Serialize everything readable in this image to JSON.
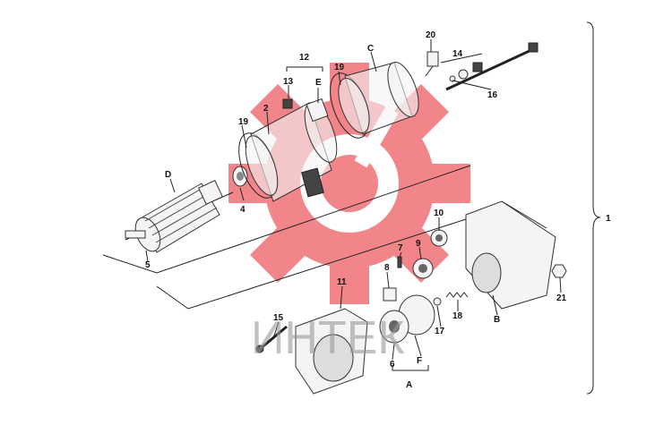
{
  "diagram": {
    "watermark": {
      "text": "ИНТЕК",
      "color": "#e8222c"
    },
    "group_label": "1",
    "parts": [
      {
        "id": "A",
        "label": "A"
      },
      {
        "id": "B",
        "label": "B"
      },
      {
        "id": "C",
        "label": "C"
      },
      {
        "id": "D",
        "label": "D"
      },
      {
        "id": "E",
        "label": "E"
      },
      {
        "id": "F",
        "label": "F"
      },
      {
        "id": "p2",
        "label": "2"
      },
      {
        "id": "p4",
        "label": "4"
      },
      {
        "id": "p5",
        "label": "5"
      },
      {
        "id": "p6",
        "label": "6"
      },
      {
        "id": "p7",
        "label": "7"
      },
      {
        "id": "p8",
        "label": "8"
      },
      {
        "id": "p9",
        "label": "9"
      },
      {
        "id": "p10",
        "label": "10"
      },
      {
        "id": "p11",
        "label": "11"
      },
      {
        "id": "p12",
        "label": "12"
      },
      {
        "id": "p13",
        "label": "13"
      },
      {
        "id": "p14",
        "label": "14"
      },
      {
        "id": "p15",
        "label": "15"
      },
      {
        "id": "p16",
        "label": "16"
      },
      {
        "id": "p17",
        "label": "17"
      },
      {
        "id": "p18",
        "label": "18"
      },
      {
        "id": "p19a",
        "label": "19"
      },
      {
        "id": "p19b",
        "label": "19"
      },
      {
        "id": "p20",
        "label": "20"
      },
      {
        "id": "p21",
        "label": "21"
      }
    ]
  }
}
